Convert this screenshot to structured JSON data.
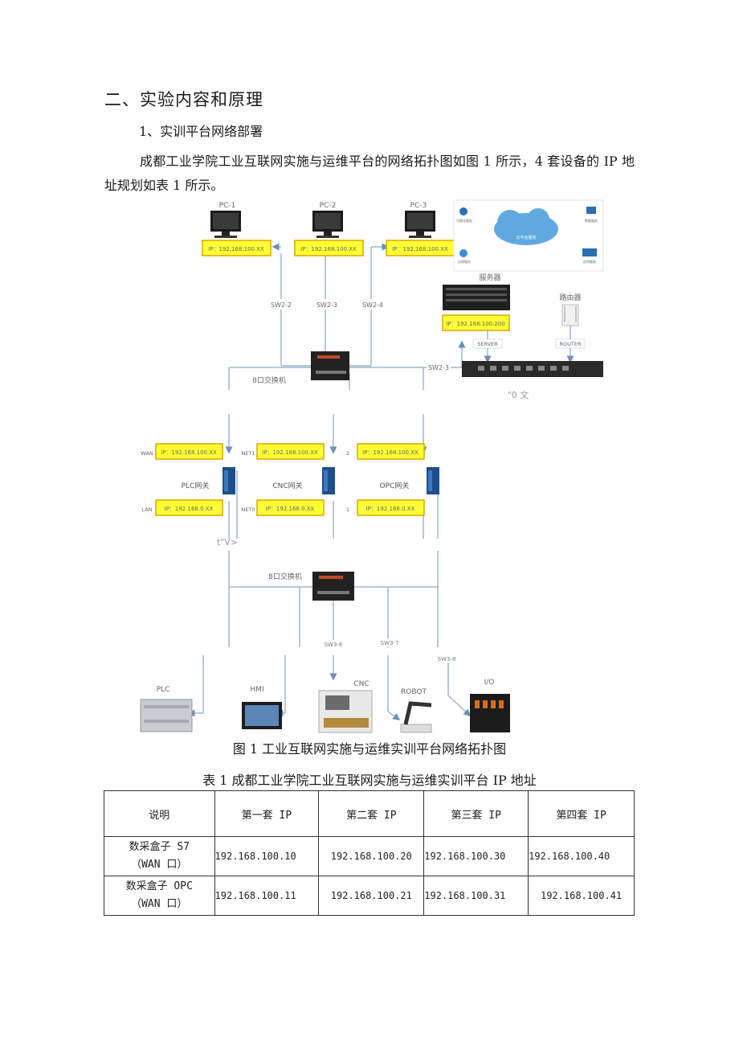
{
  "section_title": "二、实验内容和原理",
  "subsection_title": "1、实训平台网络部署",
  "paragraph": "成都工业学院工业互联网实施与运维平台的网络拓扑图如图 1 所示，4 套设备的 IP 地址规划如表 1 所示。",
  "figure": {
    "pcs": [
      {
        "label": "PC-1",
        "ip": "IP：192.168.100.XX"
      },
      {
        "label": "PC-2",
        "ip": "IP：192.168.100.XX"
      },
      {
        "label": "PC-3",
        "ip": "IP：192.168.100.XX"
      }
    ],
    "cloud_label": "云平台服务",
    "cloud_icons": [
      "可视化服务",
      "数据服务",
      "边缘服务",
      "应用服务"
    ],
    "server_label": "服务器",
    "server_ip": "IP：192.168.100.200",
    "router_label": "路由器",
    "server_port": "SERVER",
    "router_port": "ROUTER",
    "sw_top_links": [
      "SW2-2",
      "SW2-3",
      "SW2-4"
    ],
    "sw_uplink": "SW2-3",
    "switch_label": "8口交换机",
    "stray_text_1": "\"0 文",
    "stray_text_2": "t\"V>",
    "gateways": [
      {
        "name": "PLC网关",
        "wan_port": "WAN",
        "lan_port": "LAN",
        "wan_ip": "IP：192.168.100.XX",
        "lan_ip": "IP：192.168.0.XX"
      },
      {
        "name": "CNC网关",
        "wan_port": "NET1",
        "lan_port": "NET0",
        "wan_ip": "IP：192.168.100.XX",
        "lan_ip": "IP：192.168.0.XX"
      },
      {
        "name": "OPC网关",
        "wan_port": "2",
        "lan_port": "1",
        "wan_ip": "IP：192.168.100.XX",
        "lan_ip": "IP：192.168.0.XX"
      }
    ],
    "sw_bottom_links": [
      "SW3-6",
      "SW3-7",
      "SW3-8"
    ],
    "devices": [
      "PLC",
      "HMI",
      "CNC",
      "ROBOT",
      "I/O"
    ]
  },
  "figure_caption": "图 1 工业互联网实施与运维实训平台网络拓扑图",
  "table_caption": "表 1 成都工业学院工业互联网实施与运维实训平台 IP 地址",
  "table": {
    "headers": [
      "说明",
      "第一套 IP",
      "第二套 IP",
      "第三套 IP",
      "第四套 IP"
    ],
    "rows": [
      {
        "desc_line1": "数采盒子 S7",
        "desc_line2": "（WAN 口）",
        "ips": [
          "192.168.100.10",
          "192.168.100.20",
          "192.168.100.30",
          "192.168.100.40"
        ]
      },
      {
        "desc_line1": "数采盒子 OPC",
        "desc_line2": "（WAN 口）",
        "ips": [
          "192.168.100.11",
          "192.168.100.21",
          "192.168.100.31",
          "192.168.100.41"
        ]
      }
    ]
  }
}
